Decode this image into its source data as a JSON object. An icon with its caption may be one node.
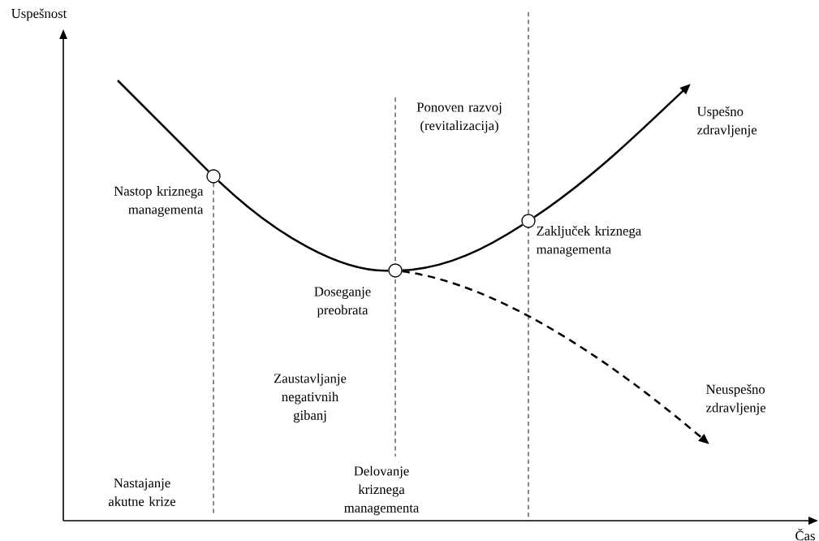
{
  "diagram": {
    "nodes": [
      {
        "text": [],
        "shape": "circle",
        "beside": [
          "Nastop kriznega managementa"
        ]
      },
      {
        "text": [],
        "shape": "circle",
        "beside": [
          "Doseganje preobrata"
        ]
      },
      {
        "text": [],
        "shape": "circle",
        "beside": [
          "Zaključek kriznega managementa"
        ]
      }
    ],
    "edges": [
      {
        "from": null,
        "to": 0,
        "arrow": "none"
      },
      {
        "from": 0,
        "to": 1,
        "arrow": "none"
      },
      {
        "from": 1,
        "to": 2,
        "arrow": "none"
      },
      {
        "from": 2,
        "to": null,
        "arrow": "to"
      },
      {
        "from": 1,
        "to": null,
        "arrow": "to",
        "style": "dashed"
      }
    ],
    "labels": [
      "Uspešnost",
      "Ponoven razvoj (revitalizacija)",
      "Uspešno zdravljenje",
      "Zaustavljanje negativnih gibanj",
      "Neuspešno zdravljenje",
      "Nastajanje akutne krize",
      "Delovanje kriznega managementa",
      "Čas"
    ]
  }
}
